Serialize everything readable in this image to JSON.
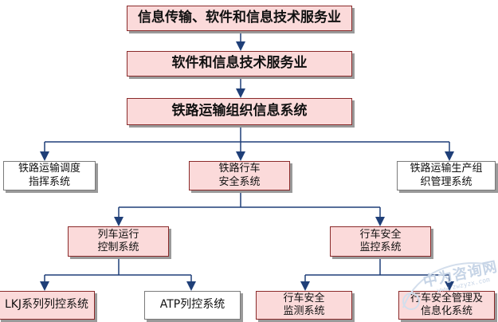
{
  "nodes": {
    "root": "信息传输、软件和信息技术服务业",
    "software": "软件和信息技术服务业",
    "railway_org": "铁路运输组织信息系统",
    "dispatch": "铁路运输调度\n指挥系统",
    "safety": "铁路行车\n安全系统",
    "production": "铁路运输生产组\n织管理系统",
    "train_control": "列车运行\n控制系统",
    "safety_monitor": "行车安全\n监控系统",
    "lkj": "LKJ系列列控系统",
    "atp": "ATP列控系统",
    "monitoring": "行车安全\n监测系统",
    "mgmt_info": "行车安全管理及\n信息化系统"
  },
  "watermark": {
    "title": "中为咨询网",
    "url": "www.zwzyzx.com"
  },
  "colors": {
    "pink_fill": "#fbdada",
    "connector": "#1f3f78"
  }
}
